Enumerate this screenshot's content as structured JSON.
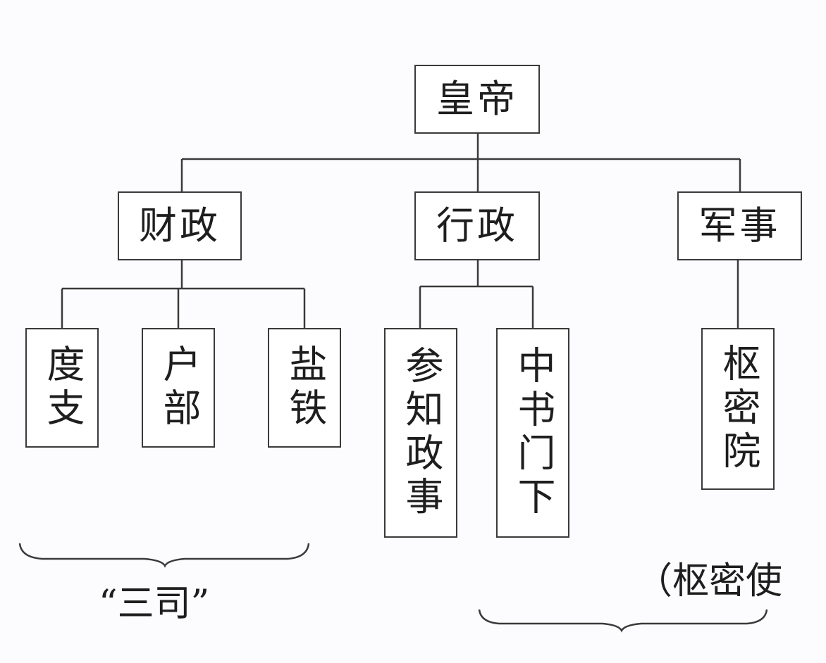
{
  "nodes": {
    "emperor": "皇帝",
    "finance": "财政",
    "administration": "行政",
    "military": "军事",
    "duzhi": "度支",
    "hubu": "户部",
    "yantie": "盐铁",
    "canzhi": "参知政事",
    "zhongshu": "中书门下",
    "shumiyuan": "枢密院"
  },
  "annotations": {
    "sansi": "“三司”",
    "shumishi": "（枢密使"
  }
}
